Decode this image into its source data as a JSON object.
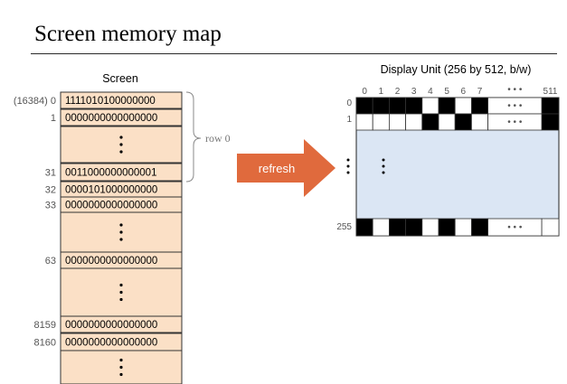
{
  "title": "Screen memory map",
  "screen": {
    "header": "Screen",
    "rows": [
      {
        "addr": "(16384) 0",
        "value": "1111010100000000"
      },
      {
        "addr": "1",
        "value": "0000000000000000"
      },
      {
        "addr": "",
        "value": ""
      },
      {
        "addr": "31",
        "value": "0011000000000001"
      },
      {
        "addr": "32",
        "value": "0000101000000000"
      },
      {
        "addr": "33",
        "value": "0000000000000000"
      },
      {
        "addr": "",
        "value": ""
      },
      {
        "addr": "63",
        "value": "0000000000000000"
      },
      {
        "addr": "",
        "value": ""
      },
      {
        "addr": "8159",
        "value": "0000000000000000"
      },
      {
        "addr": "8160",
        "value": "0000000000000000"
      },
      {
        "addr": "",
        "value": ""
      }
    ],
    "brace_label": "row 0"
  },
  "arrow_label": "refresh",
  "display": {
    "title": "Display Unit (256 by 512, b/w)",
    "col_labels": [
      "0",
      "1",
      "2",
      "3",
      "4",
      "5",
      "6",
      "7",
      "511"
    ],
    "row_labels": [
      "0",
      "1",
      "255"
    ],
    "ellipsis": "• • •",
    "row0_pixels": [
      1,
      1,
      1,
      1,
      0,
      1,
      0,
      1,
      1
    ],
    "row1_pixels": [
      0,
      0,
      0,
      0,
      1,
      0,
      1,
      0,
      1
    ],
    "row255_pixels": [
      1,
      0,
      1,
      1,
      0,
      1,
      0,
      1,
      0
    ],
    "colors": {
      "memory_fill": "#fbe0c6",
      "display_fill": "#dbe6f4",
      "arrow": "#e06a3d",
      "pixel_on": "#000000"
    }
  }
}
